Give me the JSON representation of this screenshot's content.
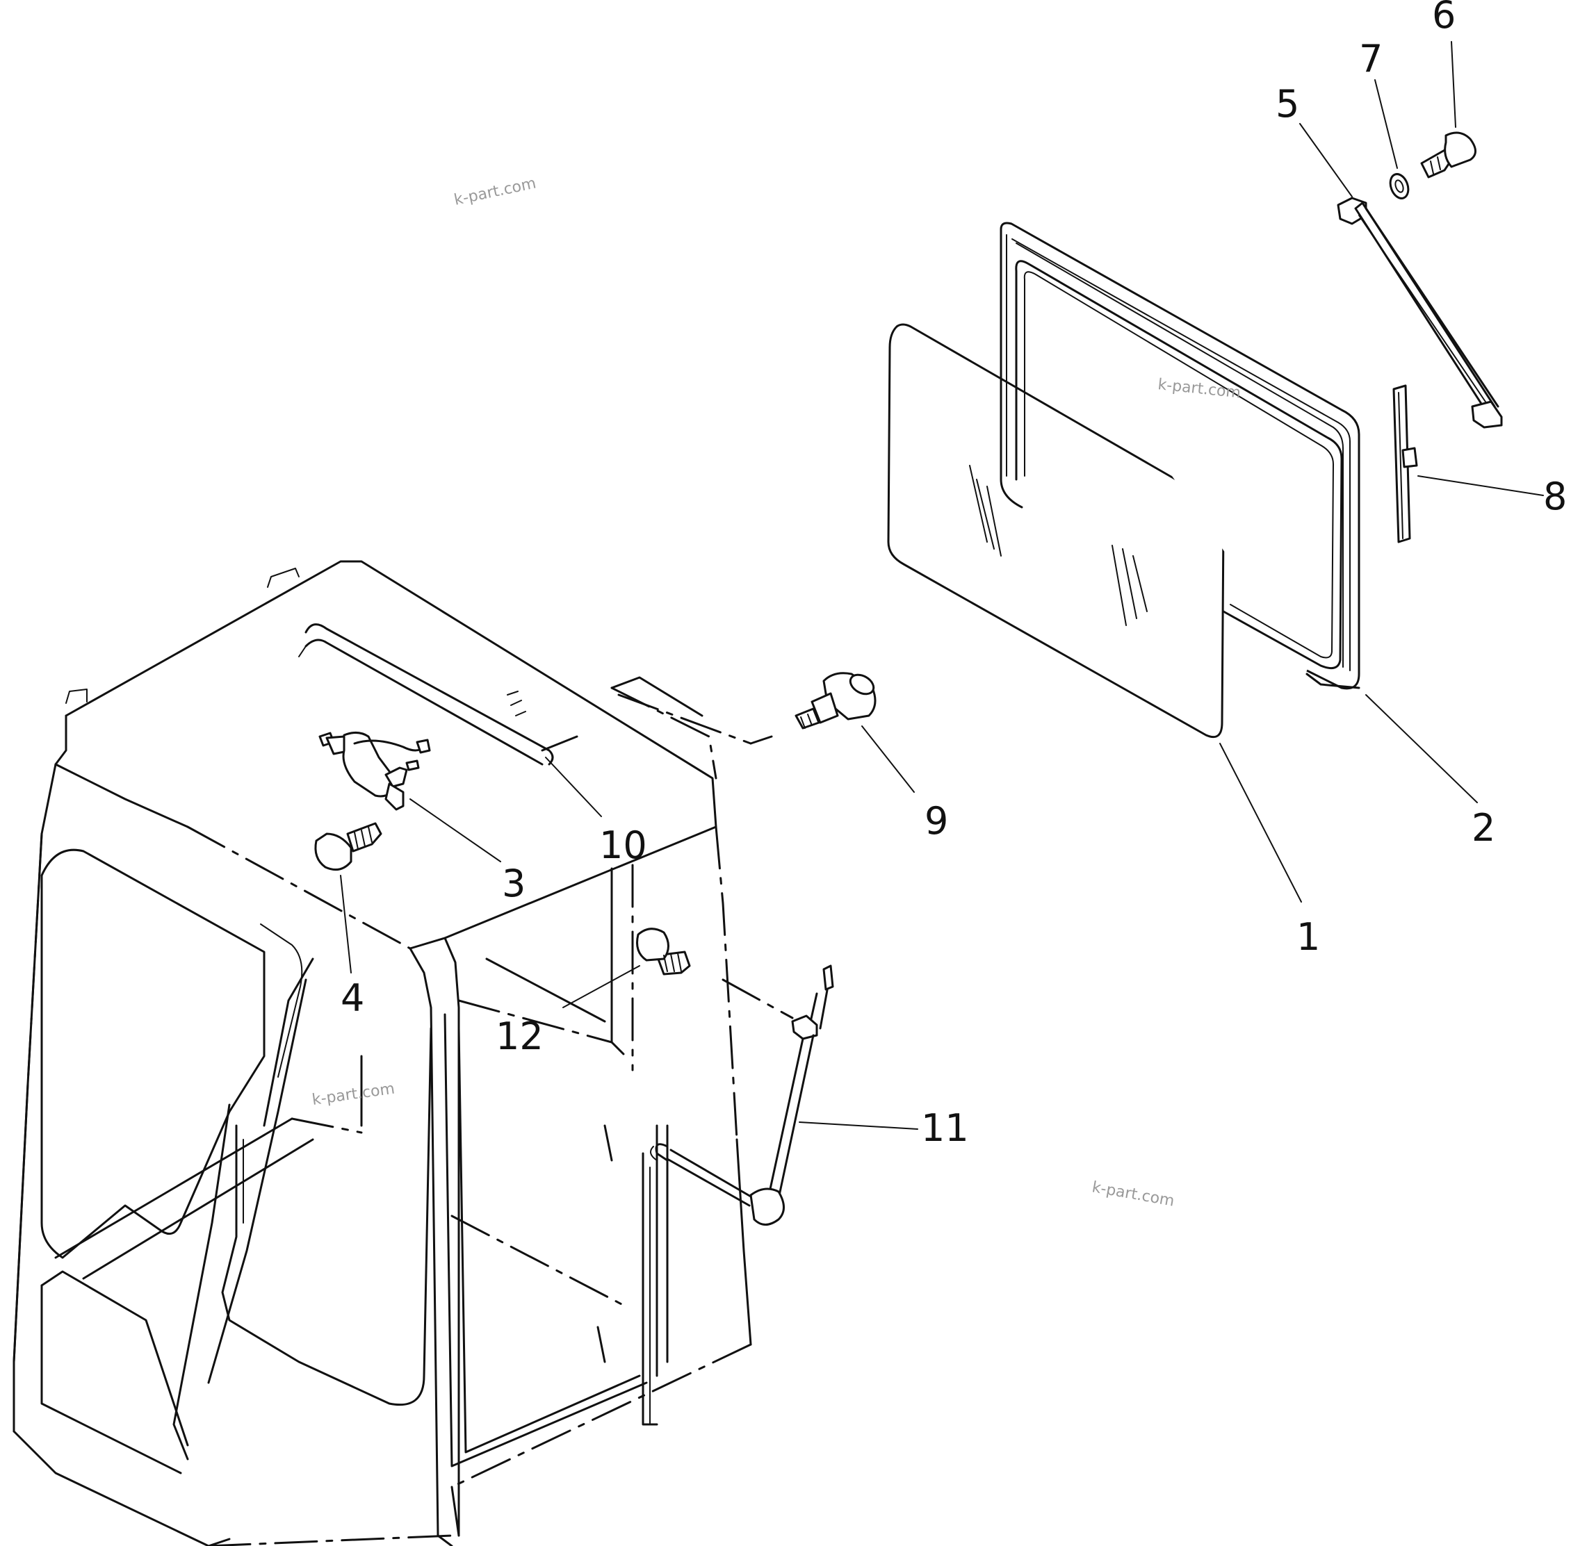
{
  "callouts": [
    {
      "id": "1",
      "label": "1"
    },
    {
      "id": "2",
      "label": "2"
    },
    {
      "id": "3",
      "label": "3"
    },
    {
      "id": "4",
      "label": "4"
    },
    {
      "id": "5",
      "label": "5"
    },
    {
      "id": "6",
      "label": "6"
    },
    {
      "id": "7",
      "label": "7"
    },
    {
      "id": "8",
      "label": "8"
    },
    {
      "id": "9",
      "label": "9"
    },
    {
      "id": "10",
      "label": "10"
    },
    {
      "id": "11",
      "label": "11"
    },
    {
      "id": "12",
      "label": "12"
    }
  ],
  "watermark": "k-part.com"
}
